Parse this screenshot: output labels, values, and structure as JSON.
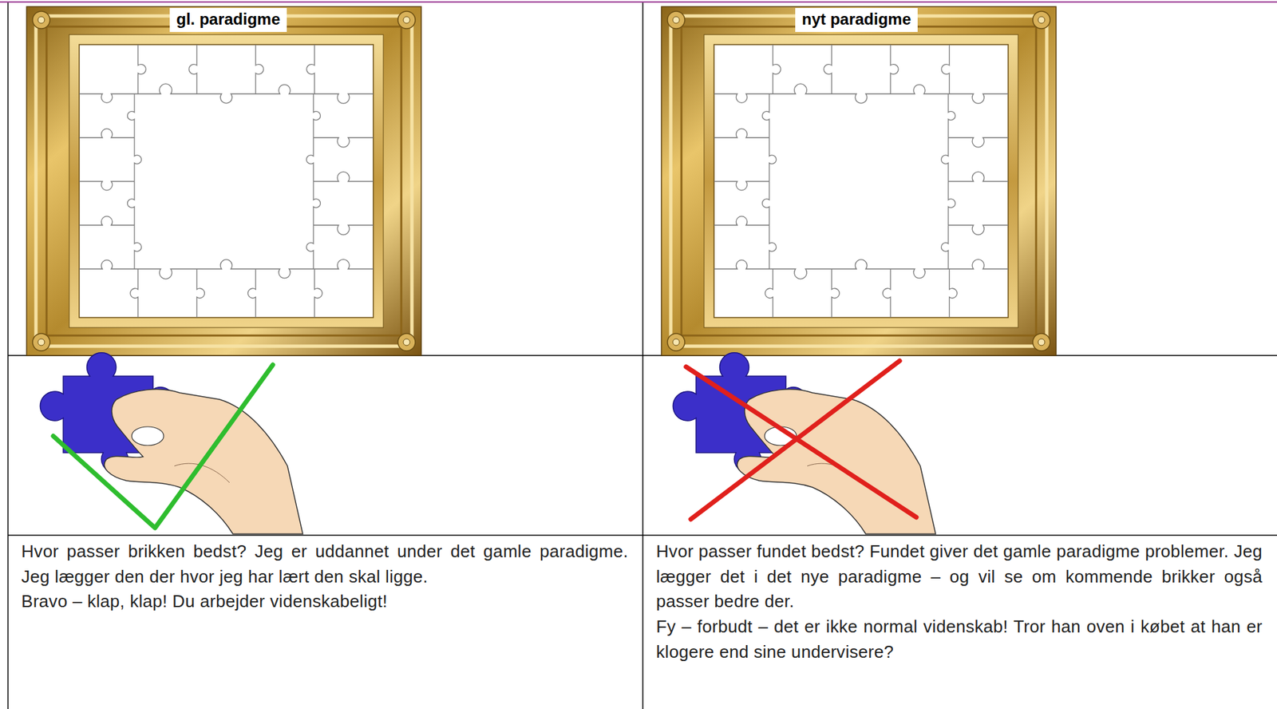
{
  "diagram": {
    "nodes": [
      {
        "text": [
          "gl. paradigme"
        ]
      },
      {
        "text": [
          "nyt paradigme"
        ]
      },
      {
        "text": [
          "Hvor passer brikken bedst? Jeg er uddannet under det gamle paradigme. Jeg lægger den der hvor jeg har lært den skal ligge.",
          "Bravo – klap, klap! Du arbejder videnskabeligt!"
        ]
      },
      {
        "text": [
          "Hvor passer fundet bedst? Fundet giver det gamle paradigme problemer. Jeg lægger det i det nye paradigme – og vil se om kommende brikker også passer bedre der.",
          "Fy – forbudt – det er ikke normal videnskab! Tror han oven i købet at han er klogere end sine undervisere?"
        ]
      }
    ]
  }
}
